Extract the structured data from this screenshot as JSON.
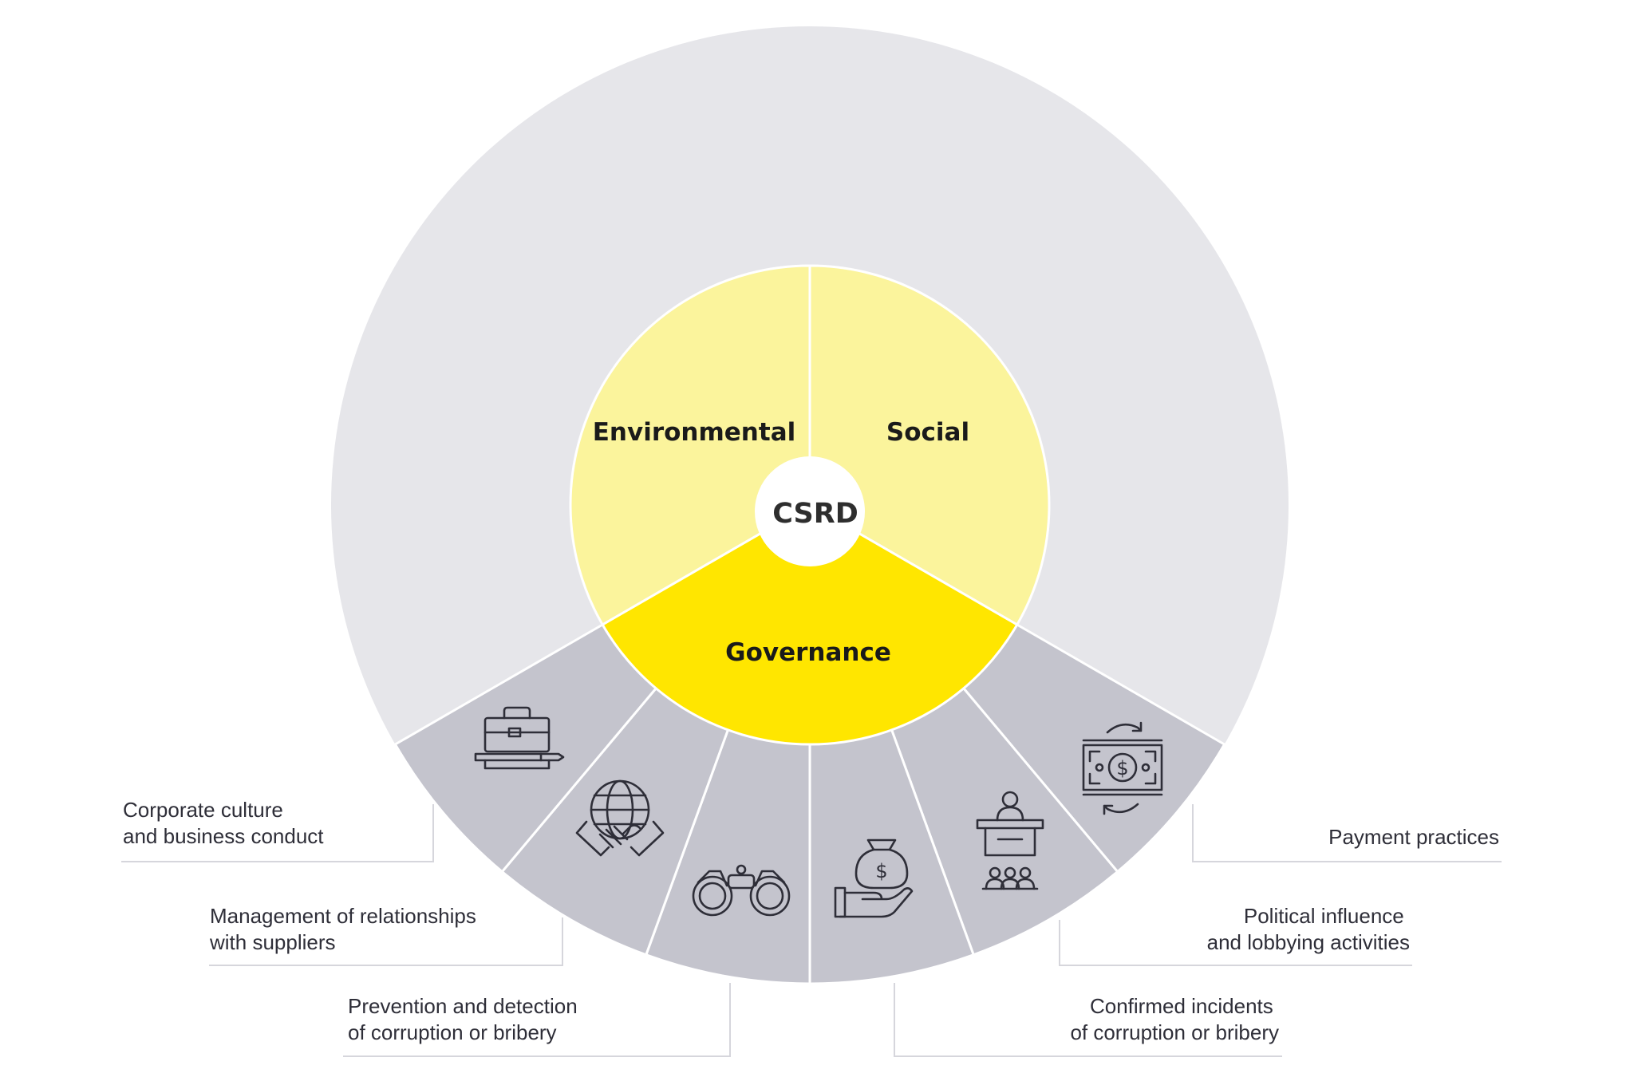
{
  "center": {
    "label": "CSRD"
  },
  "pillars": [
    {
      "id": "environmental",
      "label": "Environmental",
      "color": "#fbf49c"
    },
    {
      "id": "social",
      "label": "Social",
      "color": "#fbf49c"
    },
    {
      "id": "governance",
      "label": "Governance",
      "color": "#ffe600"
    }
  ],
  "colors": {
    "outer_ring": "#e6e6ea",
    "governance_wedges": "#c4c4cd",
    "divider": "#ffffff",
    "text": "#2e2e38"
  },
  "governance_topics": [
    {
      "icon": "briefcase-pen-icon",
      "line1": "Corporate culture",
      "line2": "and business conduct"
    },
    {
      "icon": "globe-handshake-icon",
      "line1": "Management of relationships",
      "line2": "with suppliers"
    },
    {
      "icon": "binoculars-icon",
      "line1": "Prevention and detection",
      "line2": "of corruption or bribery"
    },
    {
      "icon": "money-bag-hand-icon",
      "line1": "Confirmed incidents",
      "line2": "of corruption or bribery"
    },
    {
      "icon": "podium-audience-icon",
      "line1": "Political influence",
      "line2": "and lobbying activities"
    },
    {
      "icon": "banknote-cycle-icon",
      "line1": "Payment practices",
      "line2": ""
    }
  ]
}
